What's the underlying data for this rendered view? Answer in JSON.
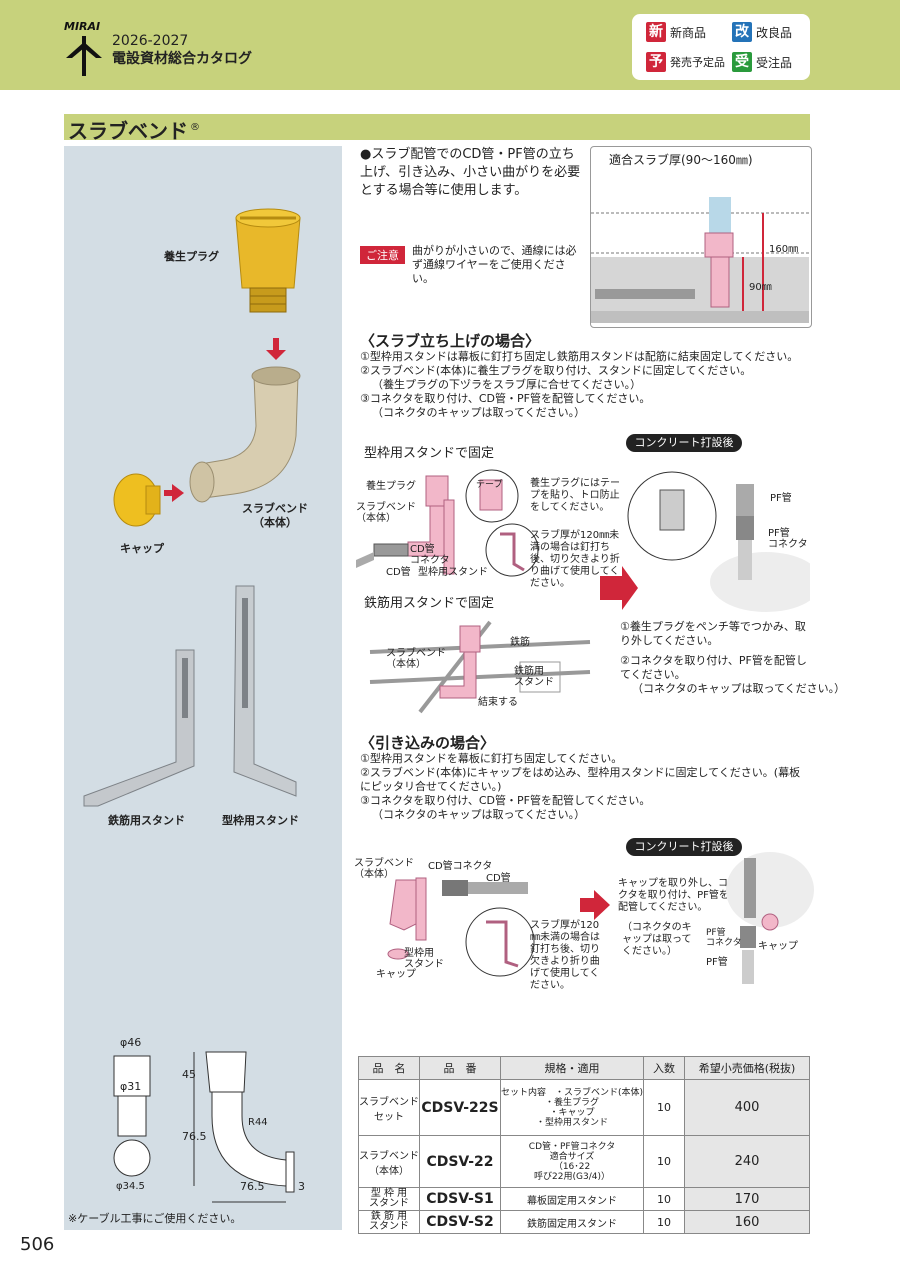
{
  "header": {
    "brand": "MIRAI",
    "years": "2026-2027",
    "catalog": "電設資材総合カタログ"
  },
  "legend": [
    {
      "badge": "新",
      "label": "新商品",
      "color": "#d0263a"
    },
    {
      "badge": "改",
      "label": "改良品",
      "color": "#2473b8"
    },
    {
      "badge": "予",
      "label": "発売予定品",
      "color": "#d0263a"
    },
    {
      "badge": "受",
      "label": "受注品",
      "color": "#2a9a3c"
    }
  ],
  "page_title": "スラブベンド",
  "page_title_mark": "®",
  "photo_labels": {
    "plug": "養生プラグ",
    "cap": "キャップ",
    "body": "スラブベンド\n（本体）",
    "rebar_stand": "鉄筋用スタンド",
    "form_stand": "型枠用スタンド"
  },
  "intro": "●スラブ配管でのCD管・PF管の立ち上げ、引き込み、小さい曲がりを必要とする場合等に使用します。",
  "caution": {
    "tag": "ご注意",
    "text": "曲がりが小さいので、通線には必ず通線ワイヤーをご使用ください。"
  },
  "slab_fig": {
    "title": "適合スラブ厚(90〜160㎜)",
    "dim1": "160㎜",
    "dim2": "90㎜"
  },
  "sec1": {
    "title": "〈スラブ立ち上げの場合〉",
    "steps": [
      "①型枠用スタンドは幕板に釘打ち固定し鉄筋用スタンドは配筋に結束固定してください。",
      "②スラブベンド(本体)に養生プラグを取り付け、スタンドに固定してください。",
      "（養生プラグの下ヅラをスラブ厚に合せてください。）",
      "③コネクタを取り付け、CD管・PF管を配管してください。",
      "（コネクタのキャップは取ってください。）"
    ]
  },
  "fig1": {
    "subtitle": "型枠用スタンドで固定",
    "plug": "養生プラグ",
    "bend": "スラブベンド\n（本体）",
    "cd": "CD管",
    "connector": "CD管\nコネクタ",
    "cd2": "CD管",
    "stand": "型枠用スタンド",
    "note1": "養生プラグにはテープを貼り、トロ防止をしてください。",
    "note2": "スラブ厚が120㎜未満の場合は釘打ち後、切り欠きより折り曲げて使用してください。",
    "tape": "テープ"
  },
  "after_pill": "コンクリート打設後",
  "fig_after": {
    "pf": "PF管",
    "connector": "PF管\nコネクタ"
  },
  "fig2": {
    "subtitle": "鉄筋用スタンドで固定",
    "rebar": "鉄筋",
    "bend": "スラブベンド\n（本体）",
    "stand": "鉄筋用\nスタンド",
    "tie": "結束する"
  },
  "after_steps": [
    "①養生プラグをペンチ等でつかみ、取り外してください。",
    "②コネクタを取り付け、PF管を配管してください。",
    "（コネクタのキャップは取ってください。）"
  ],
  "sec2": {
    "title": "〈引き込みの場合〉",
    "steps": [
      "①型枠用スタンドを幕板に釘打ち固定してください。",
      "②スラブベンド(本体)にキャップをはめ込み、型枠用スタンドに固定してください。(幕板にピッタリ合せてください。)",
      "③コネクタを取り付け、CD管・PF管を配管してください。",
      "（コネクタのキャップは取ってください。）"
    ]
  },
  "fig3": {
    "bend": "スラブベンド\n（本体）",
    "connector": "CD管コネクタ",
    "cd": "CD管",
    "stand": "型枠用\nスタンド",
    "cap": "キャップ",
    "note": "スラブ厚が120㎜未満の場合は釘打ち後、切り欠きより折り曲げて使用してください。"
  },
  "after2_text": "キャップを取り外し、コネクタを取り付け、PF管を配管してください。",
  "after2_note": "（コネクタのキャップは取ってください。）",
  "fig_after2": {
    "connector": "PF管\nコネクタ",
    "cap": "キャップ",
    "pf": "PF管"
  },
  "dims": {
    "d1": "φ46",
    "d2": "φ31",
    "d3": "φ34.5",
    "h1": "45",
    "h2": "76.5",
    "w1": "76.5",
    "w2": "3",
    "r": "R44"
  },
  "footnote": "※ケーブル工事にご使用ください。",
  "page_number": "506",
  "table": {
    "headers": [
      "品　名",
      "品　番",
      "規格・適用",
      "入数",
      "希望小売価格(税抜)"
    ],
    "rows": [
      {
        "name": "スラブベンド\nセット",
        "code": "CDSV-22S",
        "spec": "セット内容　・スラブベンド(本体)\n・養生プラグ\n・キャップ\n・型枠用スタンド",
        "qty": "10",
        "price": "400"
      },
      {
        "name": "スラブベンド\n（本体）",
        "code": "CDSV-22",
        "spec": "CD管・PF管コネクタ\n適合サイズ\n（16･22\n呼び22用(G3/4)）",
        "qty": "10",
        "price": "240"
      },
      {
        "name": "型 枠 用\nスタンド",
        "code": "CDSV-S1",
        "spec": "幕板固定用スタンド",
        "qty": "10",
        "price": "170"
      },
      {
        "name": "鉄 筋 用\nスタンド",
        "code": "CDSV-S2",
        "spec": "鉄筋固定用スタンド",
        "qty": "10",
        "price": "160"
      }
    ]
  }
}
